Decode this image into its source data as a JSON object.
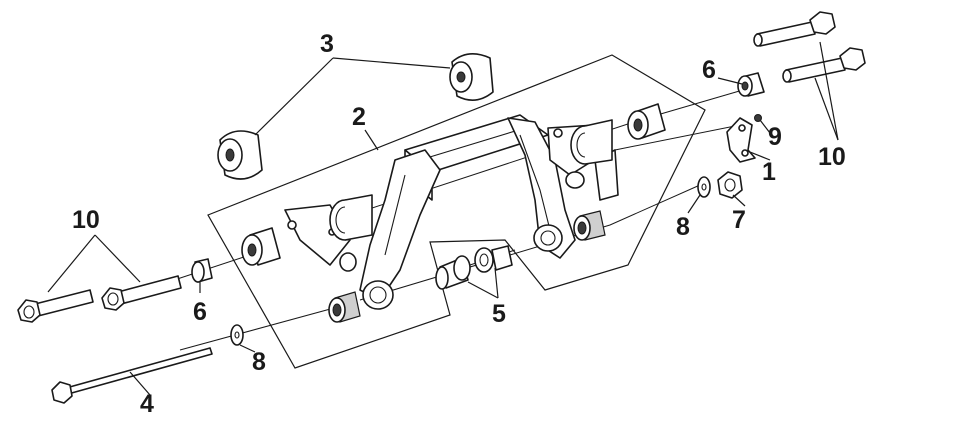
{
  "callouts": {
    "c1": "1",
    "c2": "2",
    "c3": "3",
    "c4": "4",
    "c5": "5",
    "c6a": "6",
    "c6b": "6",
    "c7": "7",
    "c8a": "8",
    "c8b": "8",
    "c9": "9",
    "c10a": "10",
    "c10b": "10"
  }
}
